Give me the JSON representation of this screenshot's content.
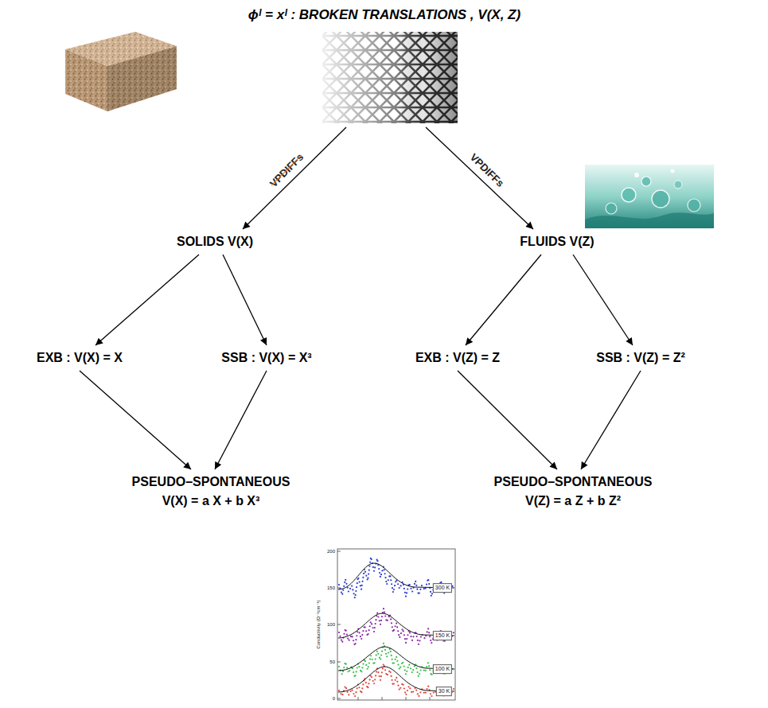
{
  "diagram": {
    "nodes": [
      {
        "text": [
          "ϕᴵ = xᴵ : BROKEN TRANSLATIONS , V(X, Z)"
        ]
      },
      {
        "text": [
          "SOLIDS V(X)"
        ]
      },
      {
        "text": [
          "FLUIDS V(Z)"
        ]
      },
      {
        "text": [
          "EXB : V(X) = X"
        ]
      },
      {
        "text": [
          "SSB : V(X) = X³"
        ]
      },
      {
        "text": [
          "EXB : V(Z) = Z"
        ]
      },
      {
        "text": [
          "SSB : V(Z) = Z²"
        ]
      },
      {
        "text": [
          "PSEUDO–SPONTANEOUS",
          "V(X) = a X + b X³"
        ]
      },
      {
        "text": [
          "PSEUDO–SPONTANEOUS",
          "V(Z) = a Z + b Z²"
        ]
      }
    ],
    "edges": [
      {
        "from": 0,
        "to": 1,
        "label": "VPDIFFs",
        "arrow": "to"
      },
      {
        "from": 0,
        "to": 2,
        "label": "VPDIFFs",
        "arrow": "to"
      },
      {
        "from": 1,
        "to": 3,
        "arrow": "to"
      },
      {
        "from": 1,
        "to": 4,
        "arrow": "to"
      },
      {
        "from": 2,
        "to": 5,
        "arrow": "to"
      },
      {
        "from": 2,
        "to": 6,
        "arrow": "to"
      },
      {
        "from": 3,
        "to": 7,
        "arrow": "to"
      },
      {
        "from": 4,
        "to": 7,
        "arrow": "to"
      },
      {
        "from": 5,
        "to": 8,
        "arrow": "to"
      },
      {
        "from": 6,
        "to": 8,
        "arrow": "to"
      }
    ],
    "labels": [
      "300 K",
      "150 K",
      "100 K",
      "30 K",
      "200",
      "150",
      "100",
      "50",
      "0",
      "Conductivity (Ω⁻¹cm⁻¹)"
    ]
  }
}
